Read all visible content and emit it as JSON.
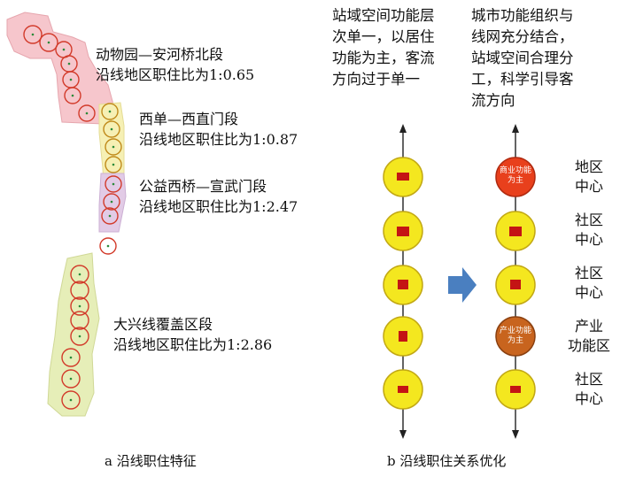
{
  "panel_a": {
    "segments": [
      {
        "name": "动物园—安河桥北段",
        "ratio": "沿线地区职住比为1:0.65"
      },
      {
        "name": "西单—西直门段",
        "ratio": "沿线地区职住比为1:0.87"
      },
      {
        "name": "公益西桥—宣武门段",
        "ratio": "沿线地区职住比为1:2.47"
      },
      {
        "name": "大兴线覆盖区段",
        "ratio": "沿线地区职住比为1:2.86"
      }
    ],
    "caption": "a 沿线职住特征"
  },
  "panel_b": {
    "before_desc": [
      "站域空间功能层",
      "次单一，以居住",
      "功能为主，客流",
      "方向过于单一"
    ],
    "after_desc": [
      "城市功能组织与",
      "线网充分结合，",
      "站域空间合理分",
      "工，科学引导客",
      "流方向"
    ],
    "after_labels": [
      {
        "tag": "商业功能为主",
        "side": [
          "地区",
          "中心"
        ],
        "color": "#e8401c"
      },
      {
        "tag": "",
        "side": [
          "社区",
          "中心"
        ],
        "color": "#f4e71f"
      },
      {
        "tag": "",
        "side": [
          "社区",
          "中心"
        ],
        "color": "#f4e71f"
      },
      {
        "tag": "产业功能为主",
        "side": [
          "产业",
          "功能区"
        ],
        "color": "#c8641e"
      },
      {
        "tag": "",
        "side": [
          "社区",
          "中心"
        ],
        "color": "#f4e71f"
      }
    ],
    "caption": "b 沿线职住关系优化"
  },
  "colors": {
    "station_yellow": "#f4e71f",
    "station_red_mark": "#c41414",
    "arrow_blue": "#4a7fc0"
  }
}
